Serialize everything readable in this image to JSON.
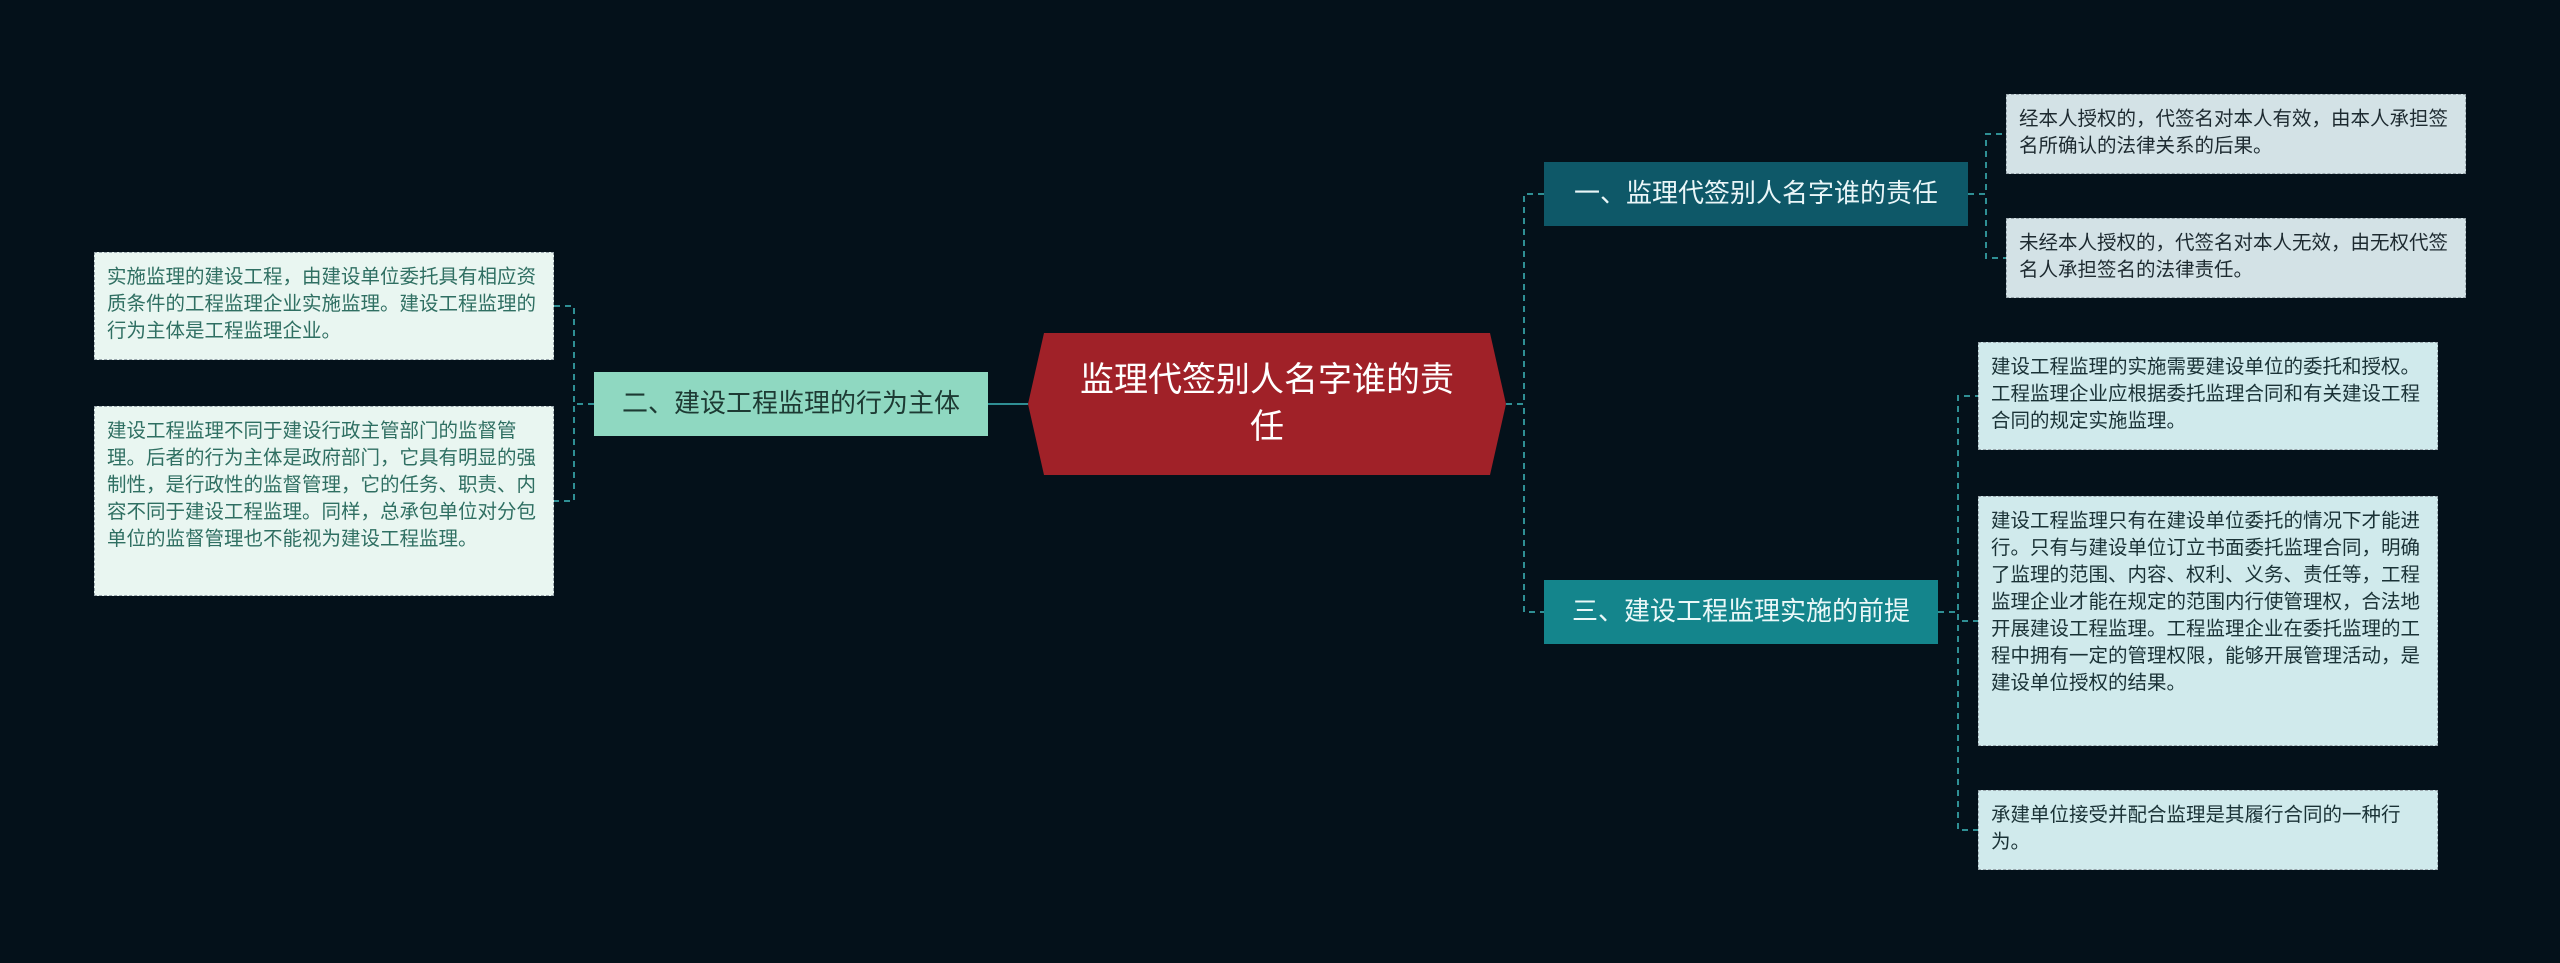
{
  "root": {
    "title": "监理代签别人名字谁的责任"
  },
  "branches": [
    {
      "label": "一、监理代签别人名字谁的责任",
      "leaves": [
        "经本人授权的，代签名对本人有效，由本人承担签名所确认的法律关系的后果。",
        "未经本人授权的，代签名对本人无效，由无权代签名人承担签名的法律责任。"
      ]
    },
    {
      "label": "二、建设工程监理的行为主体",
      "leaves": [
        "实施监理的建设工程，由建设单位委托具有相应资质条件的工程监理企业实施监理。建设工程监理的行为主体是工程监理企业。",
        "建设工程监理不同于建设行政主管部门的监督管理。后者的行为主体是政府部门，它具有明显的强制性，是行政性的监督管理，它的任务、职责、内容不同于建设工程监理。同样，总承包单位对分包单位的监督管理也不能视为建设工程监理。"
      ]
    },
    {
      "label": "三、建设工程监理实施的前提",
      "leaves": [
        "建设工程监理的实施需要建设单位的委托和授权。工程监理企业应根据委托监理合同和有关建设工程合同的规定实施监理。",
        "建设工程监理只有在建设单位委托的情况下才能进行。只有与建设单位订立书面委托监理合同，明确了监理的范围、内容、权利、义务、责任等，工程监理企业才能在规定的范围内行使管理权，合法地开展建设工程监理。工程监理企业在委托监理的工程中拥有一定的管理权限，能够开展管理活动，是建设单位授权的结果。",
        "承建单位接受并配合监理是其履行合同的一种行为。"
      ]
    }
  ],
  "colors": {
    "background": "#04111a",
    "root": "#a02128",
    "branch1": "#0e5868",
    "branch2": "#8fd8c1",
    "branch3": "#14858c",
    "connector": "#2f8f94"
  }
}
